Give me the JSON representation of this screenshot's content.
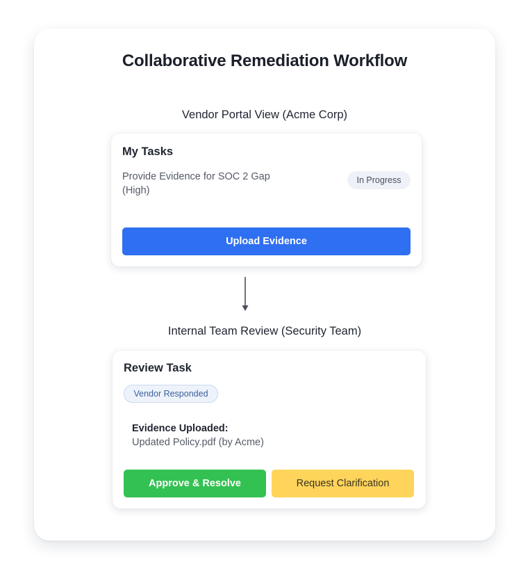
{
  "title": "Collaborative Remediation Workflow",
  "vendor_section": {
    "label": "Vendor Portal View (Acme Corp)",
    "card": {
      "title": "My Tasks",
      "task_text": "Provide Evidence for SOC 2 Gap (High)",
      "status": "In Progress",
      "button_label": "Upload Evidence"
    }
  },
  "internal_section": {
    "label": "Internal Team Review (Security Team)",
    "card": {
      "title": "Review Task",
      "status": "Vendor Responded",
      "evidence_label": "Evidence Uploaded:",
      "evidence_value": "Updated Policy.pdf (by Acme)",
      "approve_label": "Approve & Resolve",
      "clarify_label": "Request Clarification"
    }
  },
  "colors": {
    "primary": "#2f6ff1",
    "success": "#33c152",
    "warning": "#ffd45a"
  },
  "icons": {
    "flow_arrow": "arrow-down-icon"
  }
}
